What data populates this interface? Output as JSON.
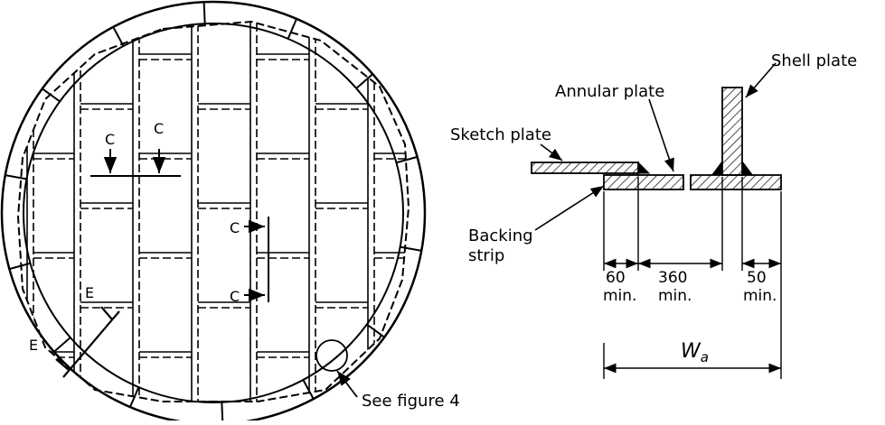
{
  "plan": {
    "section_c_label": "C",
    "section_e_label": "E"
  },
  "detail": {
    "shell_plate": "Shell plate",
    "annular_plate": "Annular plate",
    "sketch_plate": "Sketch plate",
    "backing_strip_line1": "Backing",
    "backing_strip_line2": "strip",
    "dims": [
      {
        "value": "60",
        "note": "min."
      },
      {
        "value": "360",
        "note": "min."
      },
      {
        "value": "50",
        "note": "min."
      }
    ],
    "width_symbol": "W",
    "width_subscript": "a"
  },
  "callout": {
    "see_figure": "See figure 4"
  }
}
